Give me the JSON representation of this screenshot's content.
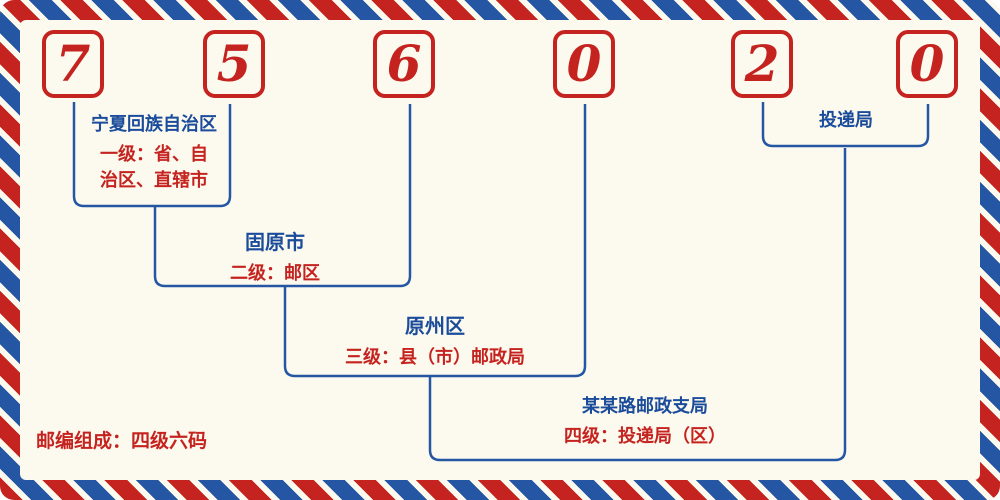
{
  "postal_code": {
    "digits": [
      "7",
      "5",
      "6",
      "0",
      "2",
      "0"
    ]
  },
  "labels": {
    "level1": {
      "name": "宁夏回族自治区",
      "desc_line1": "一级：省、自",
      "desc_line2": "治区、直辖市"
    },
    "level2": {
      "name": "固原市",
      "desc": "二级：邮区"
    },
    "level3": {
      "name": "原州区",
      "desc": "三级：县（市）邮政局"
    },
    "level4": {
      "name": "某某路邮政支局",
      "desc": "四级：投递局（区）"
    },
    "delivery": {
      "name": "投递局"
    }
  },
  "footer": {
    "composition": "邮编组成：四级六码"
  },
  "colors": {
    "red": "#c5231f",
    "blue": "#2456a4",
    "text_blue": "#1b4c9b",
    "background": "#fcfaef"
  }
}
